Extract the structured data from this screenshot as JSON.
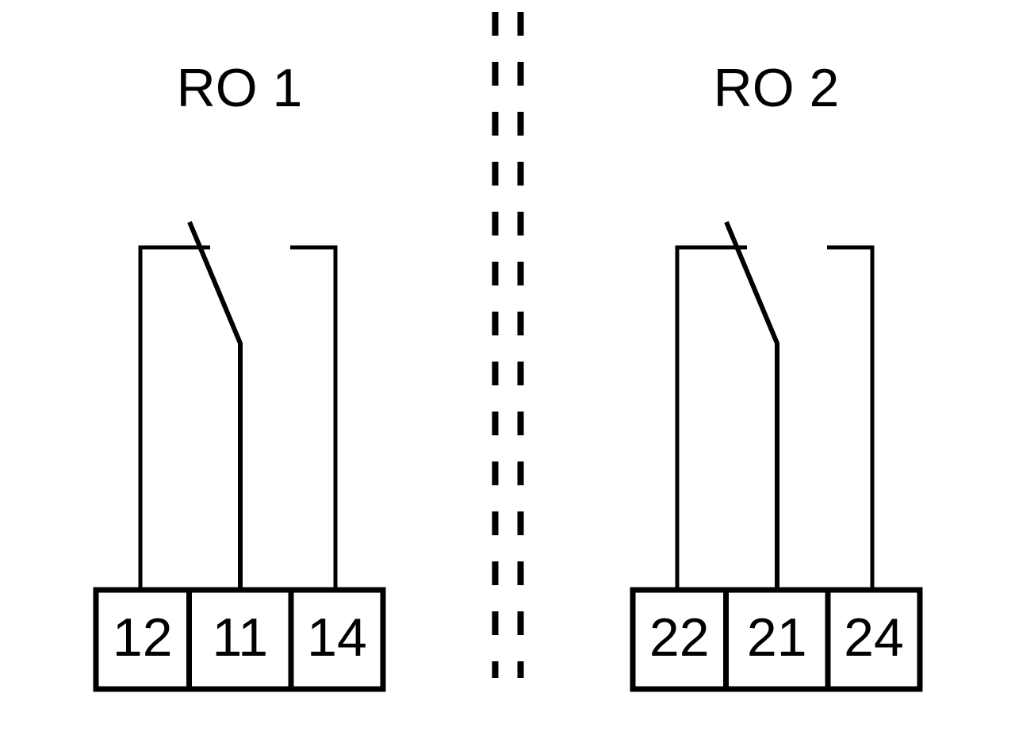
{
  "diagram": {
    "background_color": "#ffffff",
    "line_color": "#000000",
    "relays": [
      {
        "title": "RO 1",
        "terminals": [
          "12",
          "11",
          "14"
        ]
      },
      {
        "title": "RO 2",
        "terminals": [
          "22",
          "21",
          "24"
        ]
      }
    ]
  }
}
